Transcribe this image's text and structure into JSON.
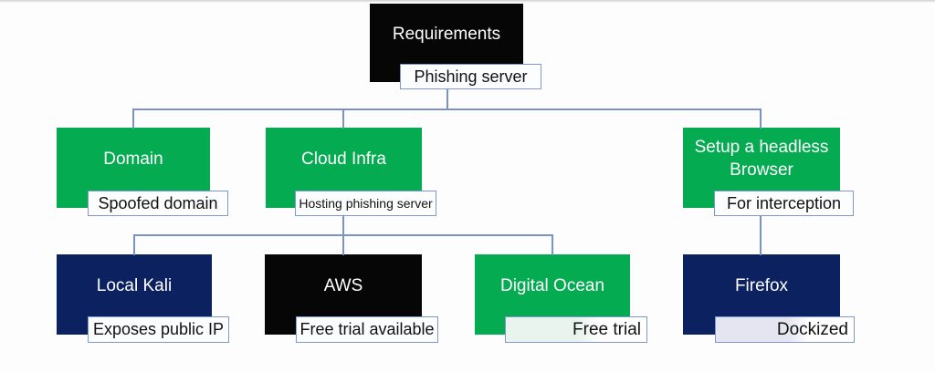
{
  "colors": {
    "node_green": "#04AB50",
    "node_navy": "#0B2160",
    "node_black": "#060606",
    "connector_blue": "#7B93C4",
    "label_border": "#8098CB",
    "label_fill": "#FCFDFE",
    "free_trial_tint": "#EAF4EE",
    "dockized_tint": "#E5E5F1",
    "top_border": "#CDCDD3"
  },
  "nodes": {
    "requirements": "Requirements",
    "domain": "Domain",
    "cloud_infra": "Cloud Infra",
    "headless_browser": "Setup a headless Browser",
    "local_kali": "Local Kali",
    "aws": "AWS",
    "digital_ocean": "Digital Ocean",
    "firefox": "Firefox"
  },
  "annotations": {
    "phishing_server": "Phishing server",
    "spoofed_domain": "Spoofed domain",
    "hosting_phishing_server": "Hosting phishing server",
    "for_interception": "For interception",
    "exposes_public_ip": "Exposes public IP",
    "free_trial_available": "Free trial available",
    "free_trial": "Free trial",
    "dockized": "Dockized"
  }
}
